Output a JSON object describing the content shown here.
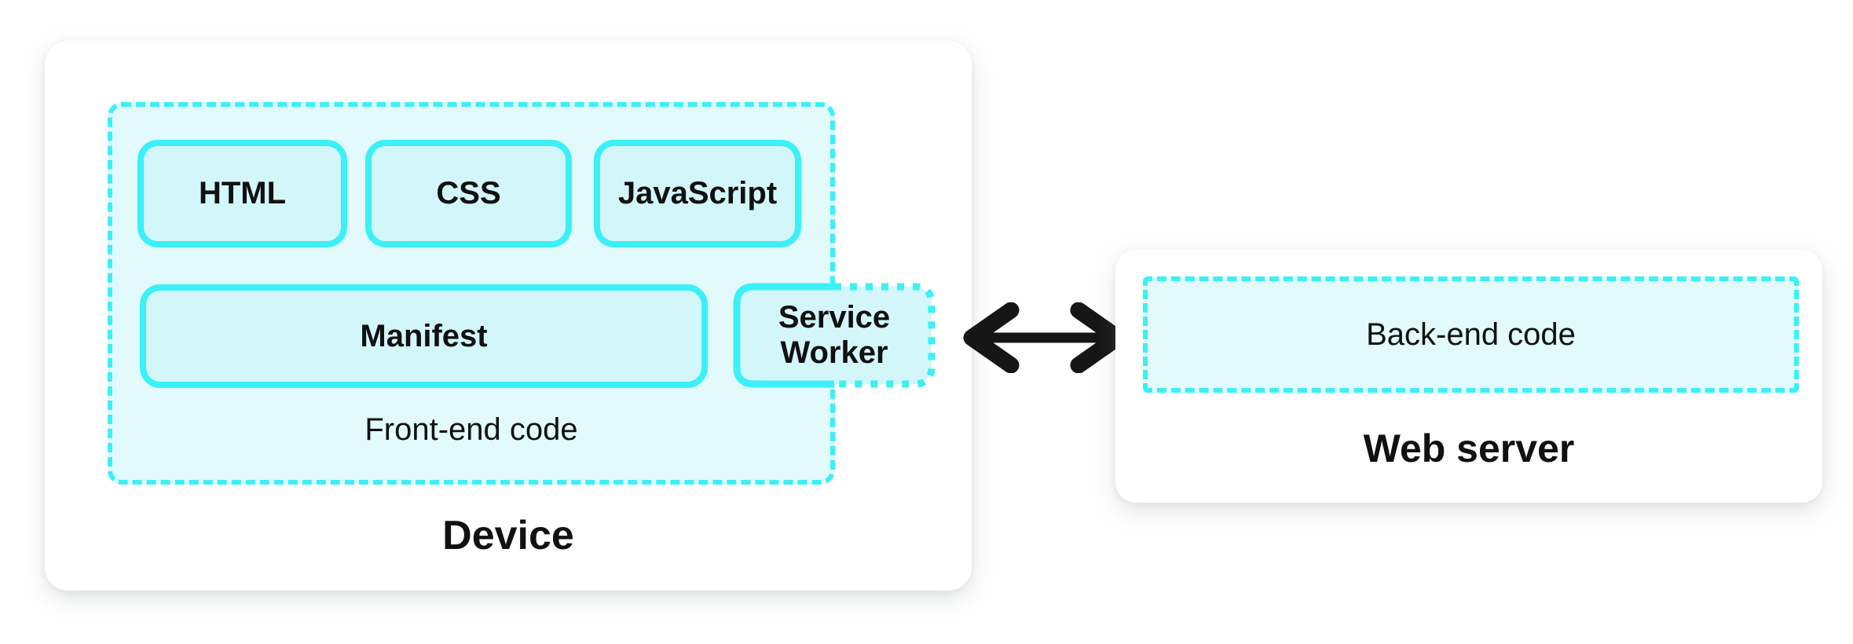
{
  "colors": {
    "page_bg": "#FFFFFF",
    "card_bg": "#FFFFFF",
    "accent_cyan": "#3BF0F7",
    "container_fill": "#E2FAFC",
    "box_fill": "#D3F6FA",
    "text": "#111111",
    "arrow": "#161616"
  },
  "device": {
    "label": "Device",
    "frontend": {
      "label": "Front-end code",
      "boxes": [
        {
          "label": "HTML"
        },
        {
          "label": "CSS"
        },
        {
          "label": "JavaScript"
        }
      ],
      "manifest": {
        "label": "Manifest"
      },
      "service_worker": {
        "label": "Service Worker"
      }
    }
  },
  "connection": {
    "icon": "double-arrow"
  },
  "server": {
    "label": "Web server",
    "backend": {
      "label": "Back-end code"
    }
  }
}
